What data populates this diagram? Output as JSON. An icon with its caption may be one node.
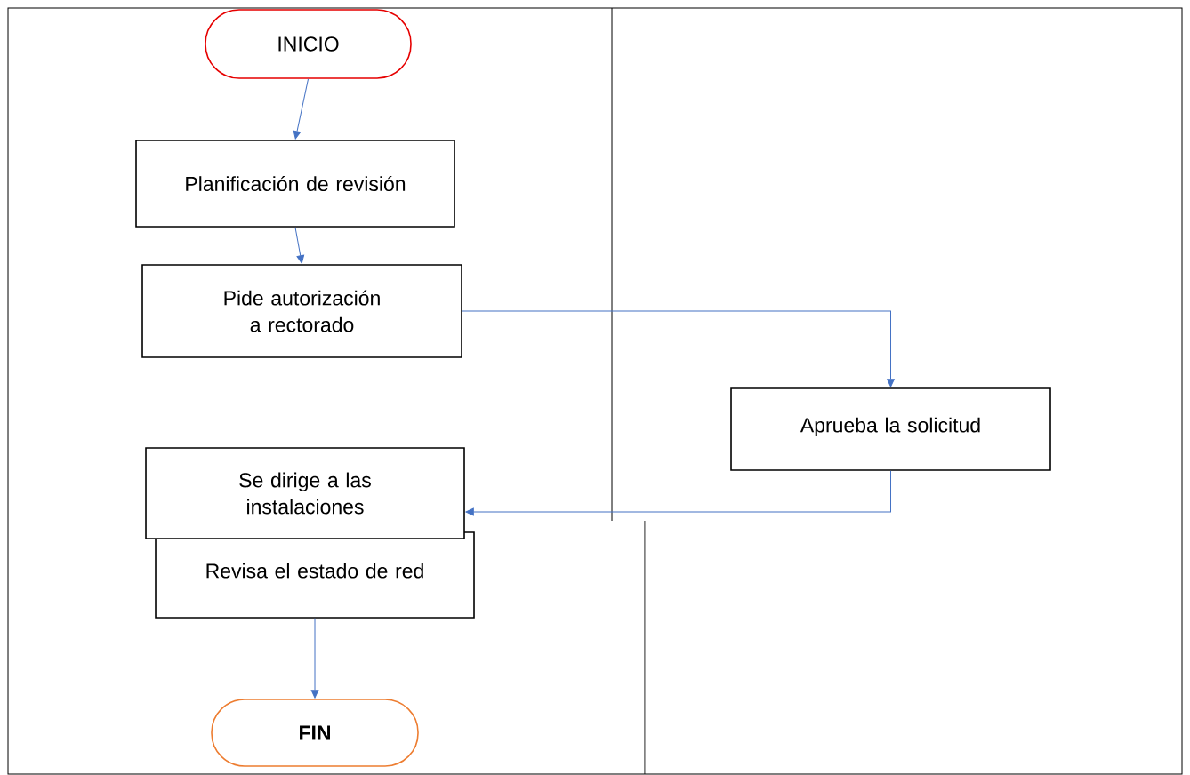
{
  "diagram": {
    "nodes": [
      {
        "text": [
          "INICIO"
        ]
      },
      {
        "text": [
          "Planificación de revisión"
        ]
      },
      {
        "text": [
          "Pide autorización a rectorado"
        ]
      },
      {
        "text": [
          "Aprueba la solicitud"
        ]
      },
      {
        "text": [
          "Se dirige a las instalaciones"
        ]
      },
      {
        "text": [
          "Revisa el estado de red"
        ]
      },
      {
        "text": [
          "FIN"
        ]
      }
    ],
    "edges": [
      {
        "from": 0,
        "to": 1,
        "arrow": "to"
      },
      {
        "from": 1,
        "to": 2,
        "arrow": "to"
      },
      {
        "from": 2,
        "to": 3,
        "arrow": "to"
      },
      {
        "from": 3,
        "to": 4,
        "arrow": "to"
      },
      {
        "from": 5,
        "to": 6,
        "arrow": "to"
      }
    ]
  }
}
